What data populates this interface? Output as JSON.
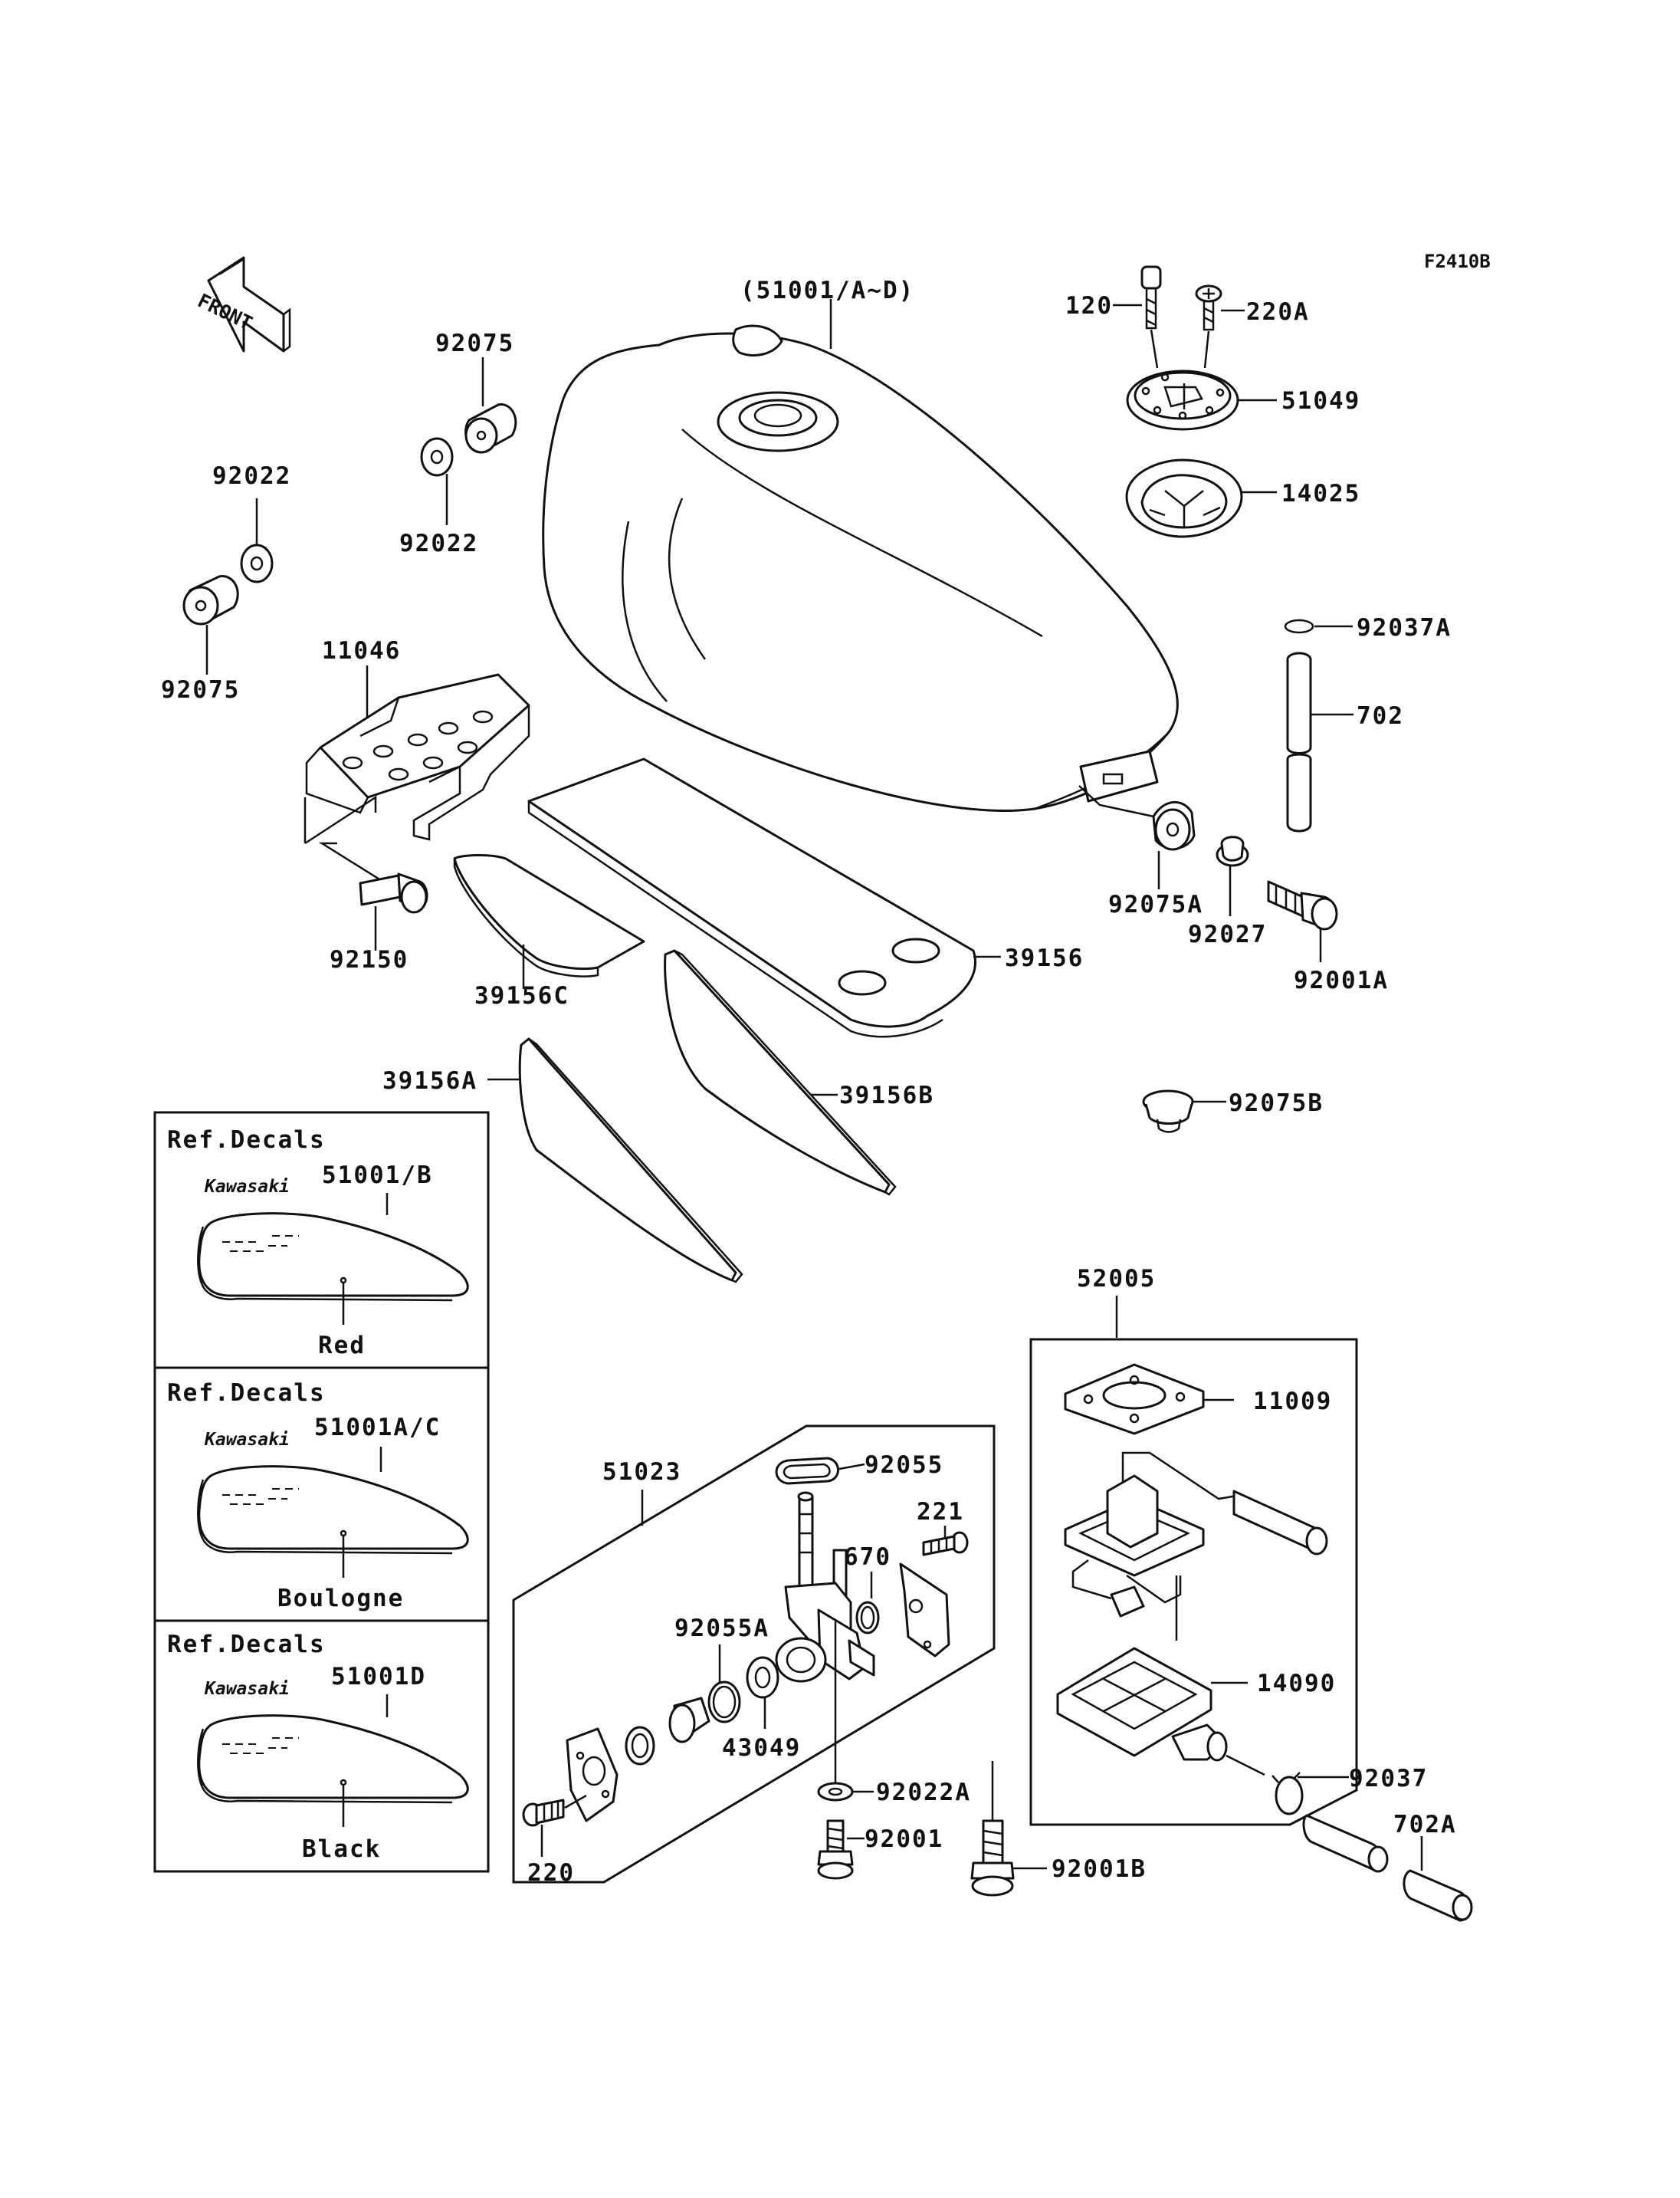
{
  "figure_code": "F2410B",
  "front_arrow": "FRONT",
  "parts": {
    "tank": "(51001/A~D)",
    "bolt_120": "120",
    "screw_220a": "220A",
    "cap_51049": "51049",
    "ring_14025": "14025",
    "damper_92075_top": "92075",
    "collar_92022_top": "92022",
    "collar_92022_left": "92022",
    "damper_92075_left": "92075",
    "bracket_11046": "11046",
    "bolt_92150": "92150",
    "pad_39156c": "39156C",
    "pad_39156": "39156",
    "pad_39156a": "39156A",
    "pad_39156b": "39156B",
    "clip_92037a": "92037A",
    "hose_702": "702",
    "damper_92075a": "92075A",
    "collar_92027": "92027",
    "bolt_92001a": "92001A",
    "damper_92075b": "92075B",
    "gauge_52005": "52005",
    "gasket_11009": "11009",
    "gauge_unit_14090": "14090",
    "clip_92037": "92037",
    "hose_702a": "702A",
    "bolt_92001b": "92001B",
    "cock_51023": "51023",
    "oring_92055": "92055",
    "screw_221": "221",
    "oring_670": "670",
    "oring_92055a": "92055A",
    "gasket_43049": "43049",
    "washer_92022a": "92022A",
    "bolt_92001": "92001",
    "screw_220": "220"
  },
  "decal_boxes": [
    {
      "title": "Ref.Decals",
      "brand": "Kawasaki",
      "part": "51001/B",
      "color": "Red"
    },
    {
      "title": "Ref.Decals",
      "brand": "Kawasaki",
      "part": "51001A/C",
      "color": "Boulogne"
    },
    {
      "title": "Ref.Decals",
      "brand": "Kawasaki",
      "part": "51001D",
      "color": "Black"
    }
  ]
}
